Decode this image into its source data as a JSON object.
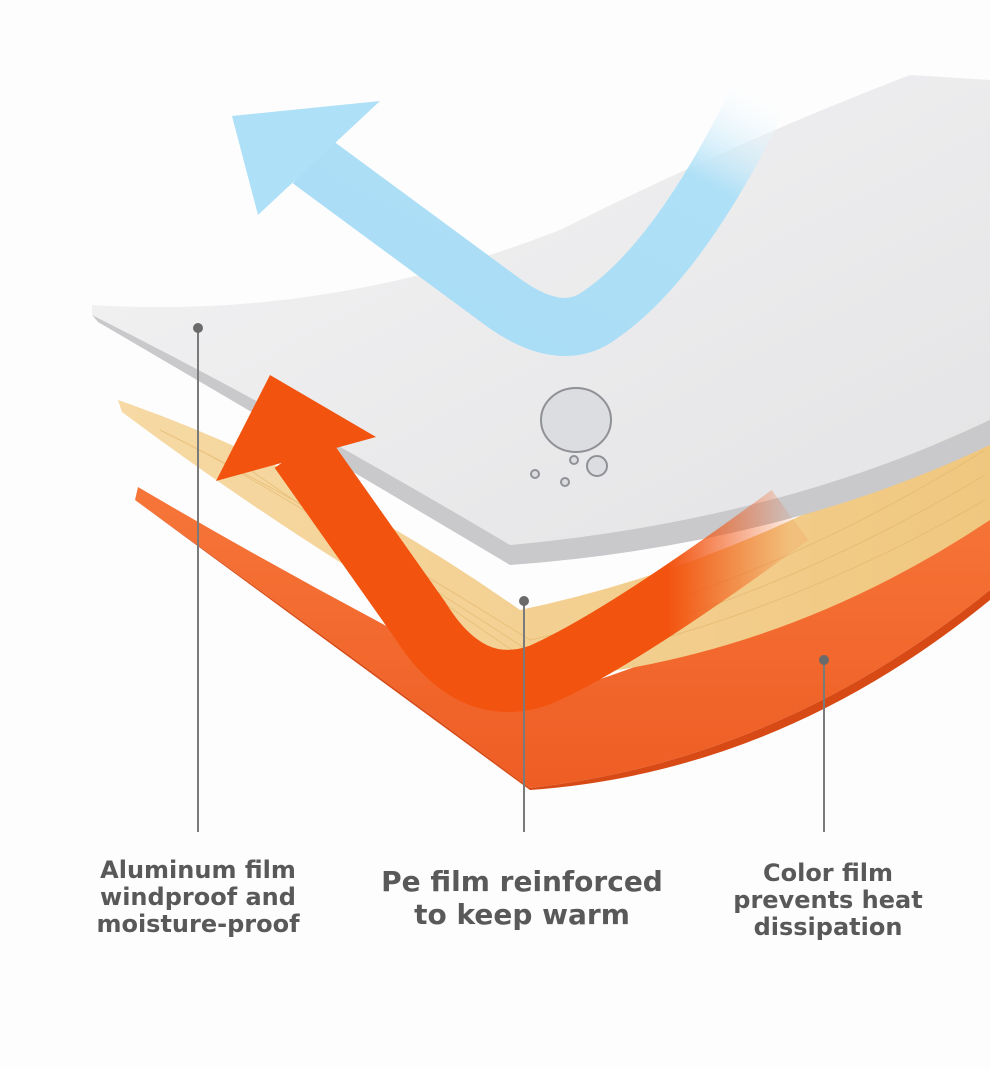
{
  "labels": {
    "aluminum": {
      "lines": [
        "Aluminum film",
        "windproof and",
        "moisture-proof"
      ]
    },
    "pe": {
      "lines": [
        "Pe film reinforced",
        "to keep warm"
      ]
    },
    "color": {
      "lines": [
        "Color film",
        "prevents heat",
        "dissipation"
      ]
    }
  },
  "colors": {
    "white_layer": "#e9e9ea",
    "pe_layer": "#f3cf92",
    "color_layer": "#f26a30",
    "cold_arrow": "#aee0f7",
    "warm_arrow": "#f2530f",
    "leader": "#7a7a7a"
  }
}
